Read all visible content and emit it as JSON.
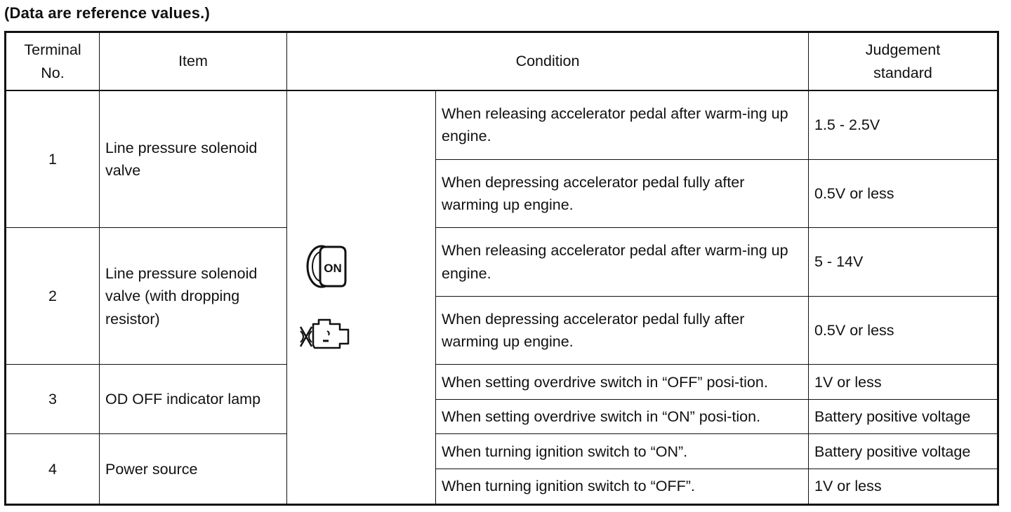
{
  "note": "(Data are reference values.)",
  "headers": {
    "terminal": [
      "Terminal",
      "No."
    ],
    "item": "Item",
    "condition": "Condition",
    "judgement": [
      "Judgement",
      "standard"
    ]
  },
  "icons": {
    "ignition": "ignition-key-on-icon",
    "ignition_text": "ON",
    "engine": "engine-running-icon"
  },
  "rows": [
    {
      "terminal": "1",
      "item": "Line pressure solenoid valve",
      "conditions": [
        {
          "text": "When releasing accelerator pedal after warm-ing up engine.",
          "standard": "1.5 - 2.5V"
        },
        {
          "text": "When depressing accelerator pedal fully after warming up engine.",
          "standard": "0.5V or less"
        }
      ]
    },
    {
      "terminal": "2",
      "item": "Line pressure solenoid valve (with dropping resistor)",
      "conditions": [
        {
          "text": "When releasing accelerator pedal after warm-ing up engine.",
          "standard": "5 - 14V"
        },
        {
          "text": "When depressing accelerator pedal fully after warming up engine.",
          "standard": "0.5V or less"
        }
      ]
    },
    {
      "terminal": "3",
      "item": "OD OFF indicator lamp",
      "conditions": [
        {
          "text": "When setting overdrive switch in “OFF” posi-tion.",
          "standard": "1V or less"
        },
        {
          "text": "When setting overdrive switch in “ON” posi-tion.",
          "standard": "Battery positive voltage"
        }
      ]
    },
    {
      "terminal": "4",
      "item": "Power source",
      "conditions": [
        {
          "text": "When turning ignition switch to “ON”.",
          "standard": "Battery positive voltage"
        },
        {
          "text": "When turning ignition switch to “OFF”.",
          "standard": "1V or less"
        }
      ]
    }
  ]
}
